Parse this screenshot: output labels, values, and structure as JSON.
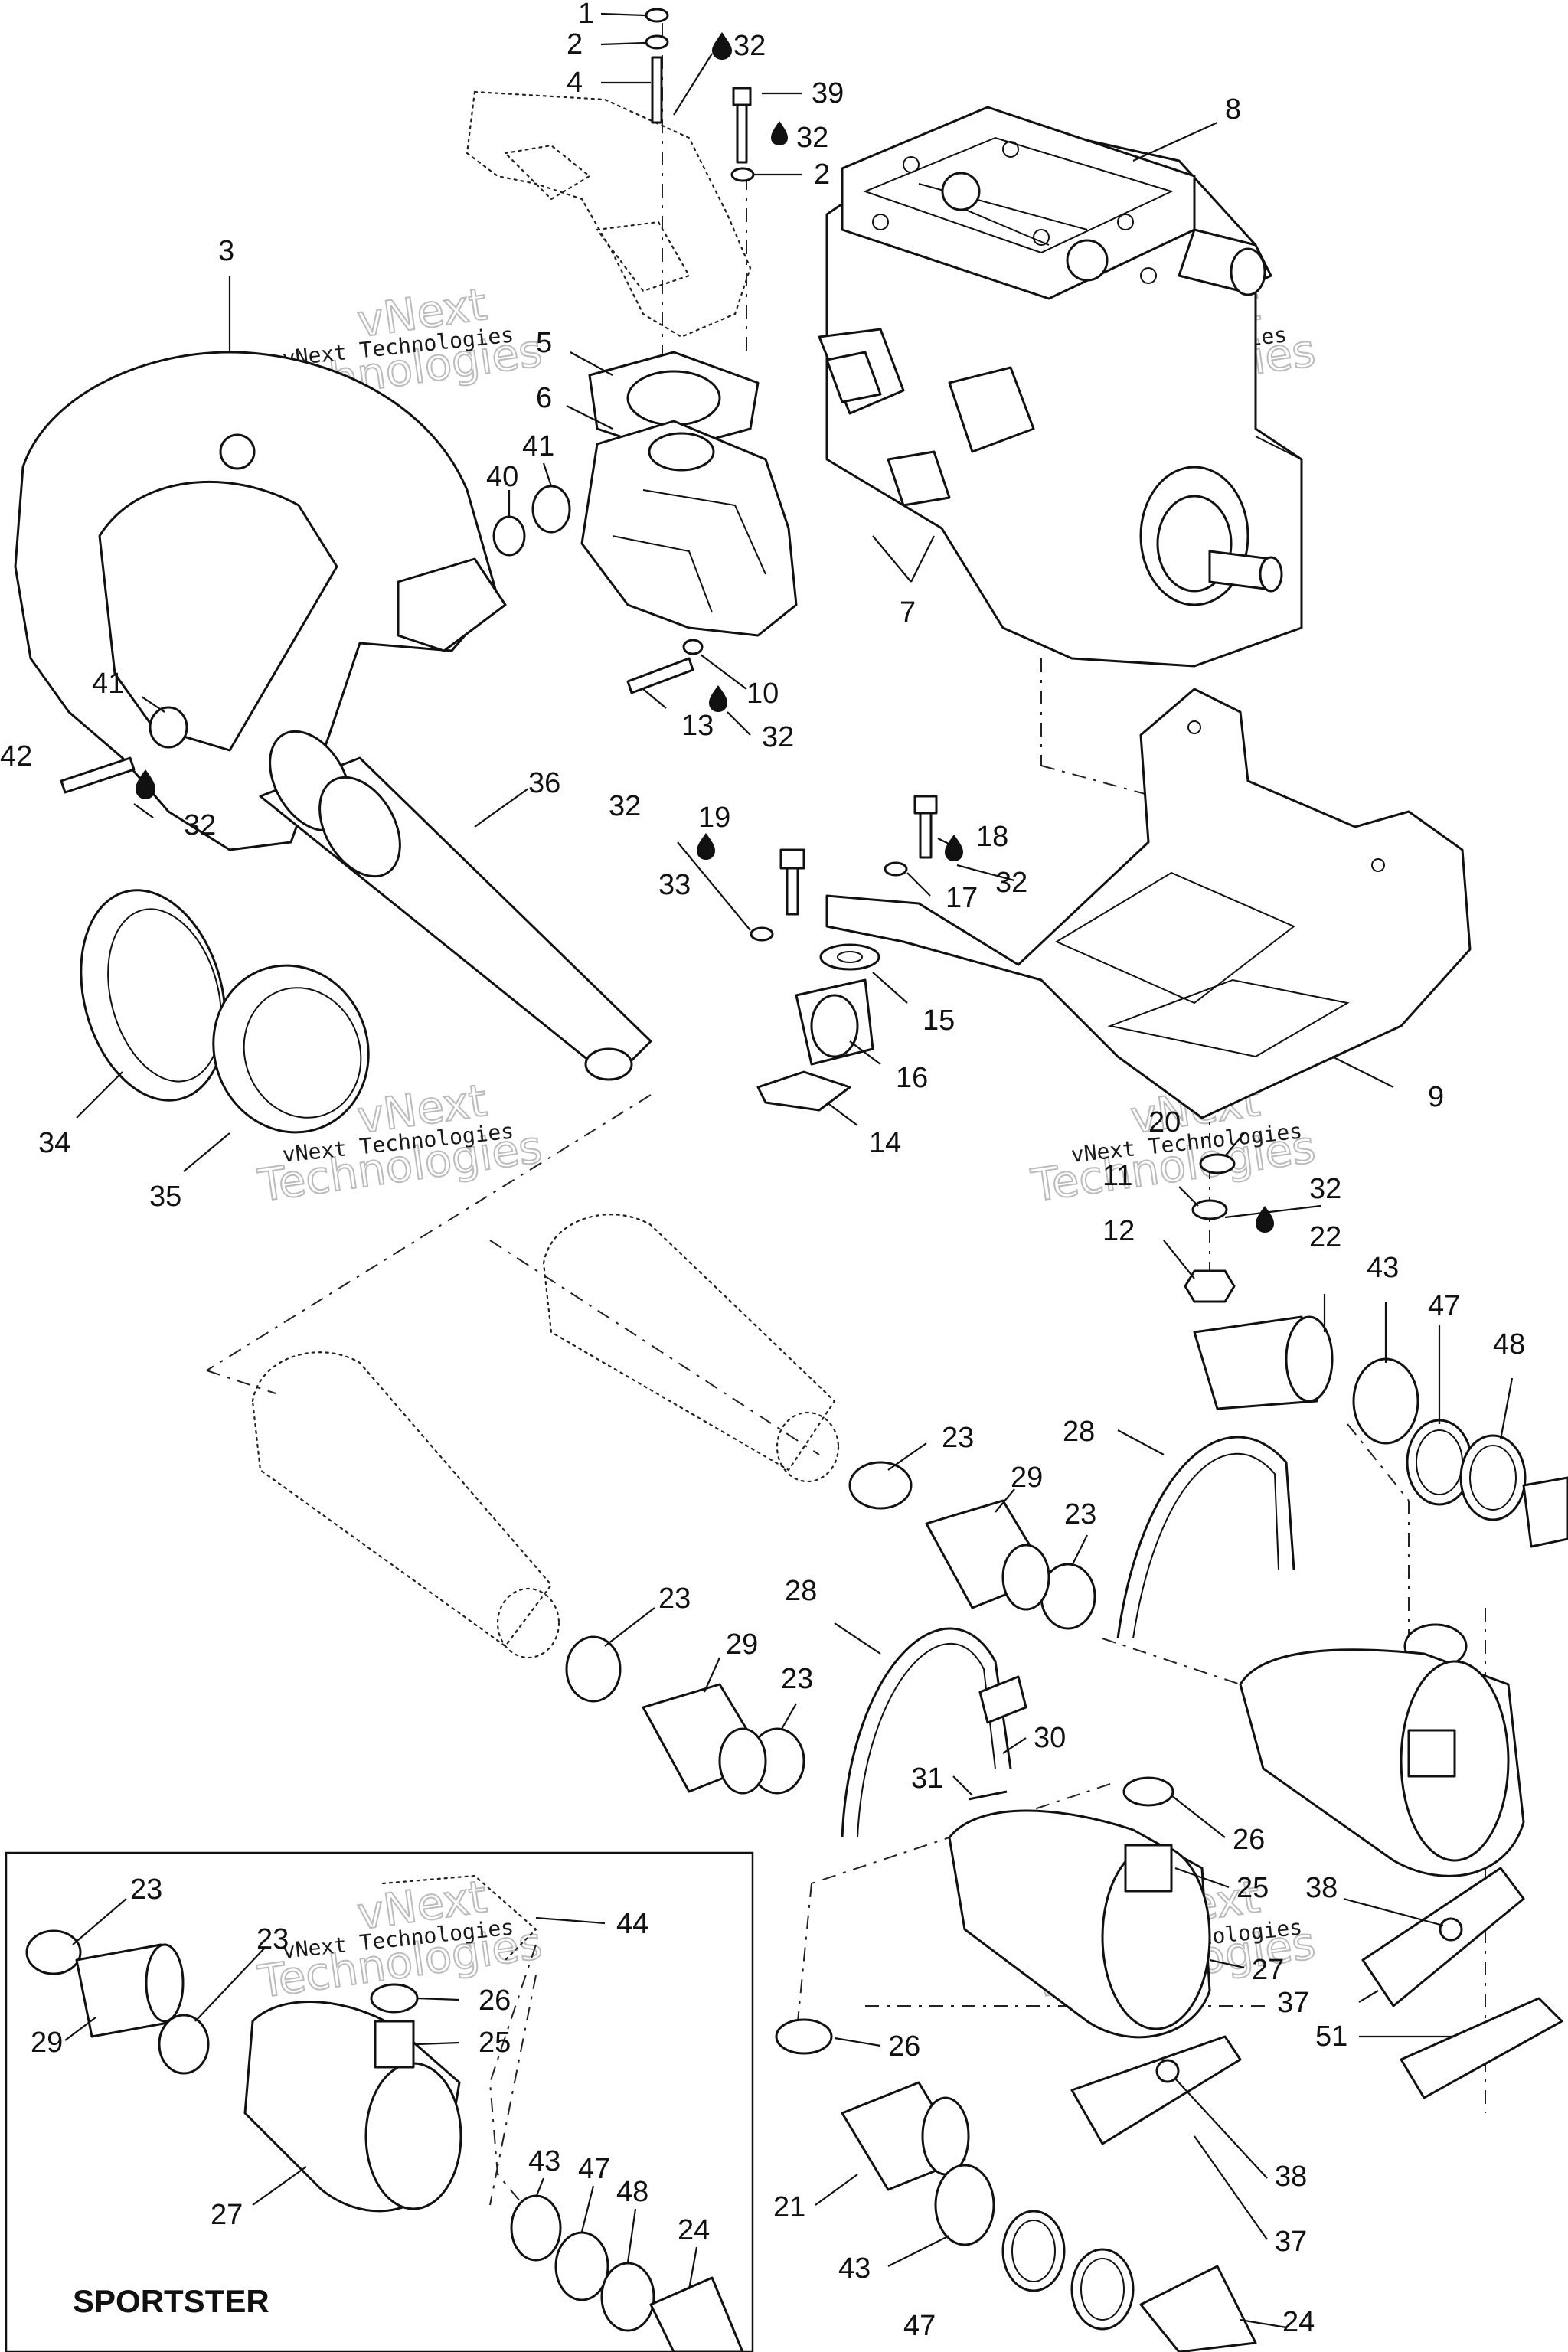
{
  "watermark": {
    "line1": "vNext",
    "line2": "Technologies",
    "small": "vNext Technologies"
  },
  "inset": {
    "label": "SPORTSTER"
  },
  "callouts": [
    {
      "id": "c1",
      "text": "1"
    },
    {
      "id": "c2",
      "text": "2"
    },
    {
      "id": "c4",
      "text": "4"
    },
    {
      "id": "c32a",
      "text": "32"
    },
    {
      "id": "c39",
      "text": "39"
    },
    {
      "id": "c32b",
      "text": "32"
    },
    {
      "id": "c2b",
      "text": "2"
    },
    {
      "id": "c8",
      "text": "8"
    },
    {
      "id": "c3",
      "text": "3"
    },
    {
      "id": "c5",
      "text": "5"
    },
    {
      "id": "c6",
      "text": "6"
    },
    {
      "id": "c41a",
      "text": "41"
    },
    {
      "id": "c40",
      "text": "40"
    },
    {
      "id": "c7",
      "text": "7"
    },
    {
      "id": "c10",
      "text": "10"
    },
    {
      "id": "c13",
      "text": "13"
    },
    {
      "id": "c32c",
      "text": "32"
    },
    {
      "id": "c41b",
      "text": "41"
    },
    {
      "id": "c42",
      "text": "42"
    },
    {
      "id": "c32d",
      "text": "32"
    },
    {
      "id": "c36",
      "text": "36"
    },
    {
      "id": "c32e",
      "text": "32"
    },
    {
      "id": "c19",
      "text": "19"
    },
    {
      "id": "c33",
      "text": "33"
    },
    {
      "id": "c18",
      "text": "18"
    },
    {
      "id": "c32f",
      "text": "32"
    },
    {
      "id": "c17",
      "text": "17"
    },
    {
      "id": "c15",
      "text": "15"
    },
    {
      "id": "c16",
      "text": "16"
    },
    {
      "id": "c14",
      "text": "14"
    },
    {
      "id": "c9",
      "text": "9"
    },
    {
      "id": "c34",
      "text": "34"
    },
    {
      "id": "c35",
      "text": "35"
    },
    {
      "id": "c20",
      "text": "20"
    },
    {
      "id": "c11",
      "text": "11"
    },
    {
      "id": "c32g",
      "text": "32"
    },
    {
      "id": "c12",
      "text": "12"
    },
    {
      "id": "c22",
      "text": "22"
    },
    {
      "id": "c43a",
      "text": "43"
    },
    {
      "id": "c47a",
      "text": "47"
    },
    {
      "id": "c48a",
      "text": "48"
    },
    {
      "id": "c23a",
      "text": "23"
    },
    {
      "id": "c28a",
      "text": "28"
    },
    {
      "id": "c29a",
      "text": "29"
    },
    {
      "id": "c23b",
      "text": "23"
    },
    {
      "id": "c23c",
      "text": "23"
    },
    {
      "id": "c28b",
      "text": "28"
    },
    {
      "id": "c29b",
      "text": "29"
    },
    {
      "id": "c23d",
      "text": "23"
    },
    {
      "id": "c30",
      "text": "30"
    },
    {
      "id": "c31",
      "text": "31"
    },
    {
      "id": "c26a",
      "text": "26"
    },
    {
      "id": "c25a",
      "text": "25"
    },
    {
      "id": "c38a",
      "text": "38"
    },
    {
      "id": "c27a",
      "text": "27"
    },
    {
      "id": "c37a",
      "text": "37"
    },
    {
      "id": "c51",
      "text": "51"
    },
    {
      "id": "c26b",
      "text": "26"
    },
    {
      "id": "c38b",
      "text": "38"
    },
    {
      "id": "c37b",
      "text": "37"
    },
    {
      "id": "c21",
      "text": "21"
    },
    {
      "id": "c43b",
      "text": "43"
    },
    {
      "id": "c47b",
      "text": "47"
    },
    {
      "id": "c24a",
      "text": "24"
    },
    {
      "id": "c23e",
      "text": "23"
    },
    {
      "id": "c23f",
      "text": "23"
    },
    {
      "id": "c44",
      "text": "44"
    },
    {
      "id": "c29c",
      "text": "29"
    },
    {
      "id": "c26c",
      "text": "26"
    },
    {
      "id": "c25b",
      "text": "25"
    },
    {
      "id": "c27b",
      "text": "27"
    },
    {
      "id": "c43c",
      "text": "43"
    },
    {
      "id": "c47c",
      "text": "47"
    },
    {
      "id": "c48b",
      "text": "48"
    },
    {
      "id": "c24b",
      "text": "24"
    }
  ]
}
